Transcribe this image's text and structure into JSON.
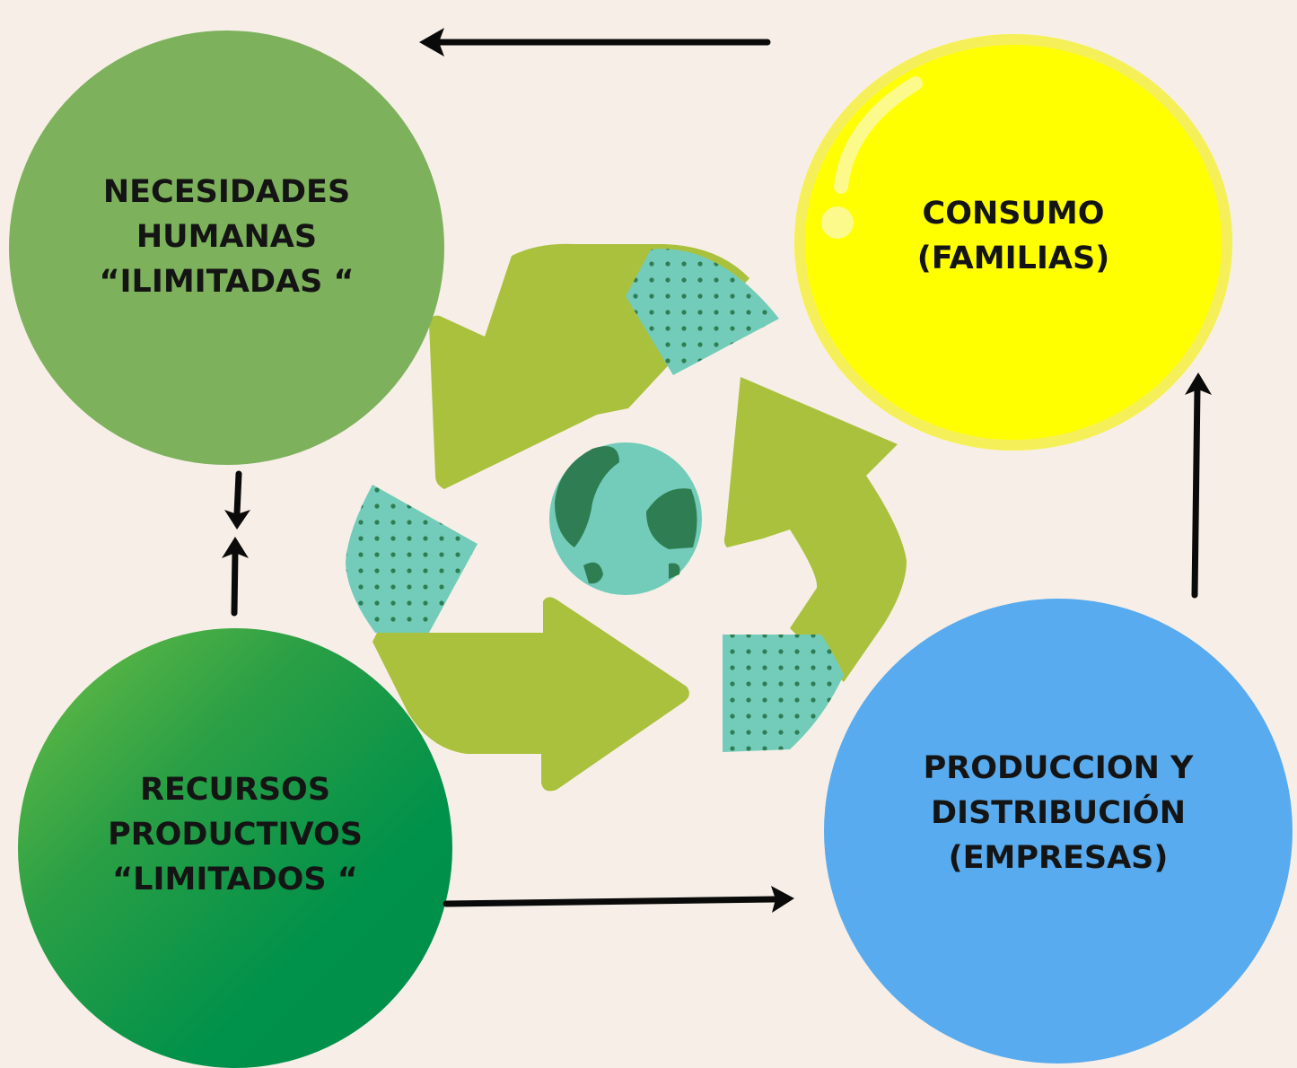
{
  "diagram": {
    "nodes": {
      "necesidades": {
        "label": "NECESIDADES\nHUMANAS\n“ILIMITADAS “",
        "color": "#7db15c"
      },
      "consumo": {
        "label": "CONSUMO\n(FAMILIAS)",
        "color": "#ffff00"
      },
      "recursos": {
        "label": "RECURSOS\nPRODUCTIVOS\n“LIMITADOS “",
        "color": "#00914a"
      },
      "produccion": {
        "label": "PRODUCCION Y\nDISTRIBUCIÓN\n(EMPRESAS)",
        "color": "#58abee"
      }
    },
    "edges": [
      {
        "from": "consumo",
        "to": "necesidades"
      },
      {
        "from": "necesidades",
        "to": "recursos"
      },
      {
        "from": "recursos",
        "to": "necesidades"
      },
      {
        "from": "recursos",
        "to": "produccion"
      },
      {
        "from": "produccion",
        "to": "consumo"
      }
    ],
    "center_icon": "recycle-globe-icon",
    "colors": {
      "background": "#f7efe7",
      "arrow": "#0a0a0a",
      "recycle_green": "#a9c13d",
      "recycle_teal": "#72ccb9",
      "globe_land": "#2f7d52"
    }
  }
}
